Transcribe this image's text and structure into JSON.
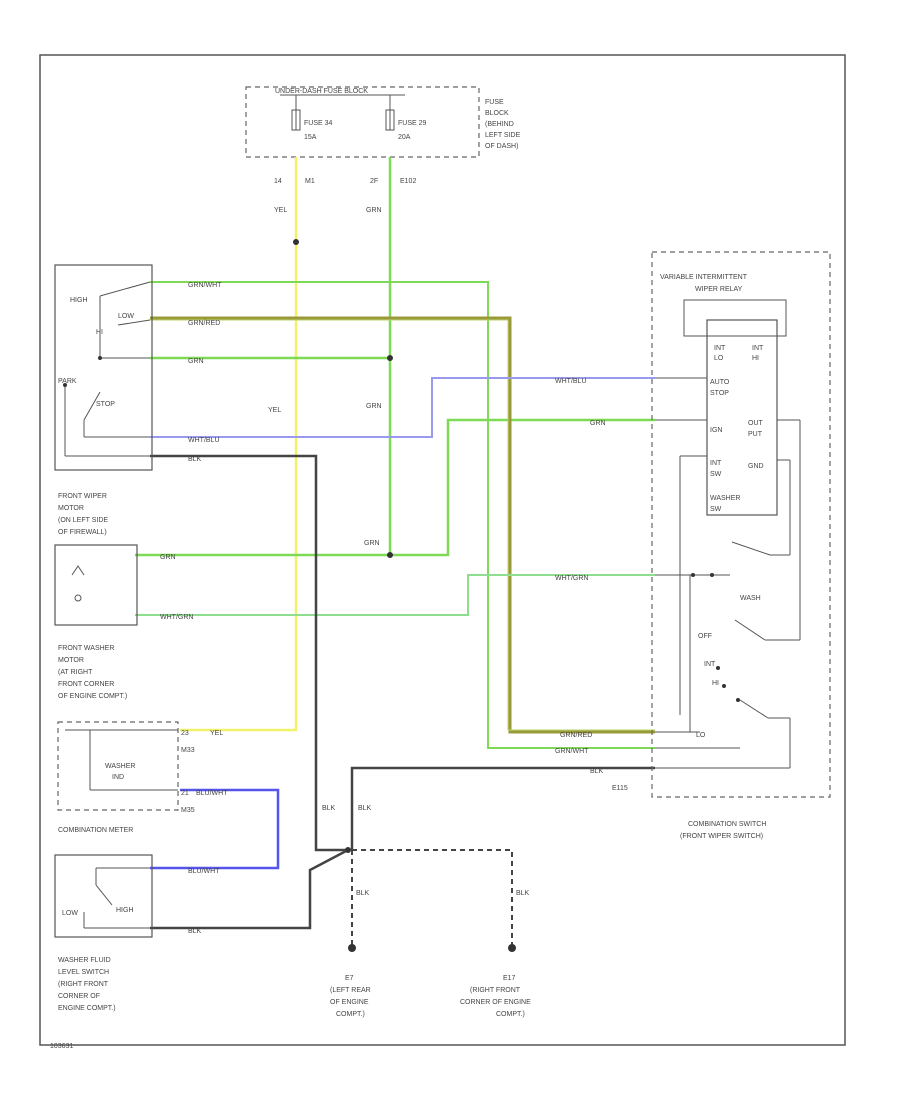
{
  "fuse_block": {
    "header": "UNDER-DASH FUSE BLOCK",
    "fuse1": "FUSE 34",
    "fuse1_amp": "15A",
    "fuse2": "FUSE 29",
    "fuse2_amp": "20A",
    "desc": [
      "FUSE",
      "BLOCK",
      "(BEHIND",
      "LEFT SIDE",
      "OF DASH)"
    ],
    "pin_a": "14",
    "pin_a_conn": "M1",
    "pin_b": "2F",
    "pin_b_conn": "E102"
  },
  "wire_colors": {
    "yel": "YEL",
    "grn": "GRN",
    "grn_wht": "GRN/WHT",
    "grn_red": "GRN/RED",
    "wht_blu": "WHT/BLU",
    "blk": "BLK",
    "wht_grn": "WHT/GRN",
    "blu_wht": "BLU/WHT"
  },
  "wiper_motor": {
    "high": "HIGH",
    "low": "LOW",
    "park": "PARK",
    "stop": "STOP",
    "hi_abbr": "HI",
    "desc": [
      "FRONT WIPER",
      "MOTOR",
      "(ON LEFT SIDE",
      "OF FIREWALL)"
    ]
  },
  "washer_motor": {
    "desc": [
      "FRONT WASHER",
      "MOTOR",
      "(AT RIGHT",
      "FRONT CORNER",
      "OF ENGINE COMPT.)"
    ]
  },
  "combination_meter": {
    "label": "COMBINATION METER",
    "washer_ind": [
      "WASHER",
      "IND"
    ],
    "conn_top": "M33",
    "conn_bot": "M35",
    "pin_top": "23",
    "pin_bot": "21"
  },
  "fluid_switch": {
    "low": "LOW",
    "high": "HIGH",
    "desc": [
      "WASHER FLUID",
      "LEVEL SWITCH",
      "(RIGHT FRONT",
      "CORNER OF",
      "ENGINE COMPT.)"
    ]
  },
  "grounds": {
    "g1": "E7",
    "g1_desc": [
      "(LEFT REAR",
      "OF ENGINE",
      "COMPT.)"
    ],
    "g2": "E17",
    "g2_desc": [
      "(RIGHT FRONT",
      "CORNER OF ENGINE",
      "COMPT.)"
    ]
  },
  "wiper_switch": {
    "relay_title": [
      "VARIABLE INTERMITTENT",
      "WIPER RELAY"
    ],
    "int_lo": [
      "INT",
      "LO"
    ],
    "int_hi": [
      "INT",
      "HI"
    ],
    "auto_stop": [
      "AUTO",
      "STOP"
    ],
    "ign": "IGN",
    "out_put": [
      "OUT",
      "PUT"
    ],
    "int_sw": [
      "INT",
      "SW"
    ],
    "gnd": "GND",
    "washer_sw": [
      "WASHER",
      "SW"
    ],
    "off": "OFF",
    "int": "INT",
    "lo": "LO",
    "hi": "HI",
    "washer": "WASH",
    "conn": "E115",
    "desc": [
      "COMBINATION SWITCH",
      "(FRONT WIPER SWITCH)"
    ]
  },
  "footer_code": "103631"
}
